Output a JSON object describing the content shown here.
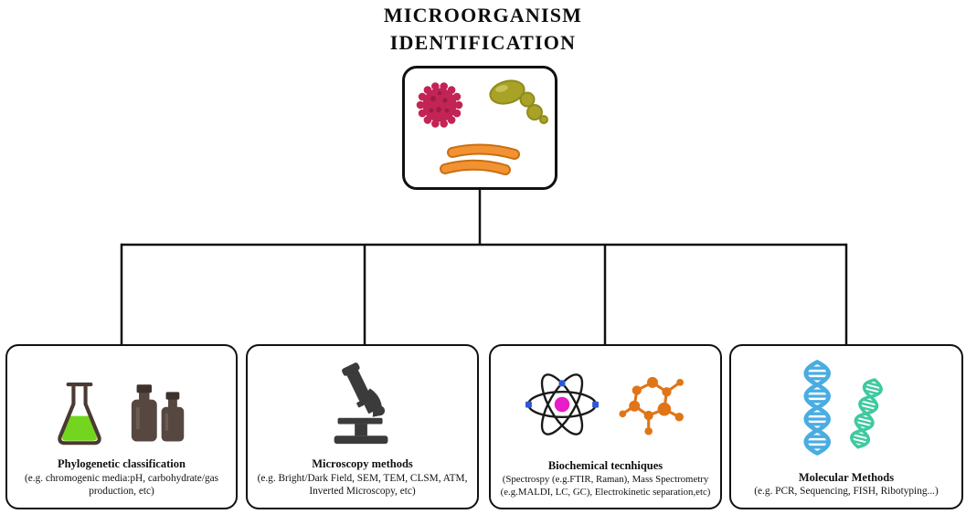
{
  "title": {
    "line1": "MICROORGANISM",
    "line2": "IDENTIFICATION"
  },
  "root": {
    "icons": [
      "virus-icon",
      "yeast-cells-icon",
      "bacteria-rods-icon"
    ]
  },
  "methods": [
    {
      "title": "Phylogenetic classification",
      "description": "(e.g. chromogenic media:pH, carbohydrate/gas production, etc)",
      "icons": [
        "erlenmeyer-flask-icon",
        "reagent-bottles-icon"
      ]
    },
    {
      "title": "Microscopy methods",
      "description": "(e.g. Bright/Dark Field, SEM, TEM, CLSM, ATM, Inverted Microscopy, etc)",
      "icons": [
        "microscope-icon"
      ]
    },
    {
      "title": "Biochemical tecnhiques",
      "description": "(Spectrospy (e.g.FTIR, Raman), Mass Spectrometry (e.g.MALDI, LC, GC), Electrokinetic separation,etc)",
      "icons": [
        "atom-icon",
        "molecule-icon"
      ]
    },
    {
      "title": "Molecular Methods",
      "description": "(e.g. PCR, Sequencing, FISH, Ribotyping...)",
      "icons": [
        "dna-helix-icon"
      ]
    }
  ],
  "colors": {
    "line": "#111111",
    "virus": "#c22456",
    "virus_texture": "#9e1b46",
    "yeast": "#a8a226",
    "yeast_outline": "#8f8b1e",
    "bacteria": "#f29233",
    "bacteria_outline": "#c96f12",
    "flask_outline": "#4a3a33",
    "flask_liquid": "#74d51f",
    "bottle": "#564741",
    "bottle_cap": "#3e322d",
    "microscope": "#3b3b3b",
    "atom_orbit": "#1a1a1a",
    "atom_nucleus": "#e81cc8",
    "atom_electron": "#2b59d8",
    "molecule": "#e07518",
    "dna_blue": "#49ade2",
    "dna_teal": "#3fc99f"
  }
}
